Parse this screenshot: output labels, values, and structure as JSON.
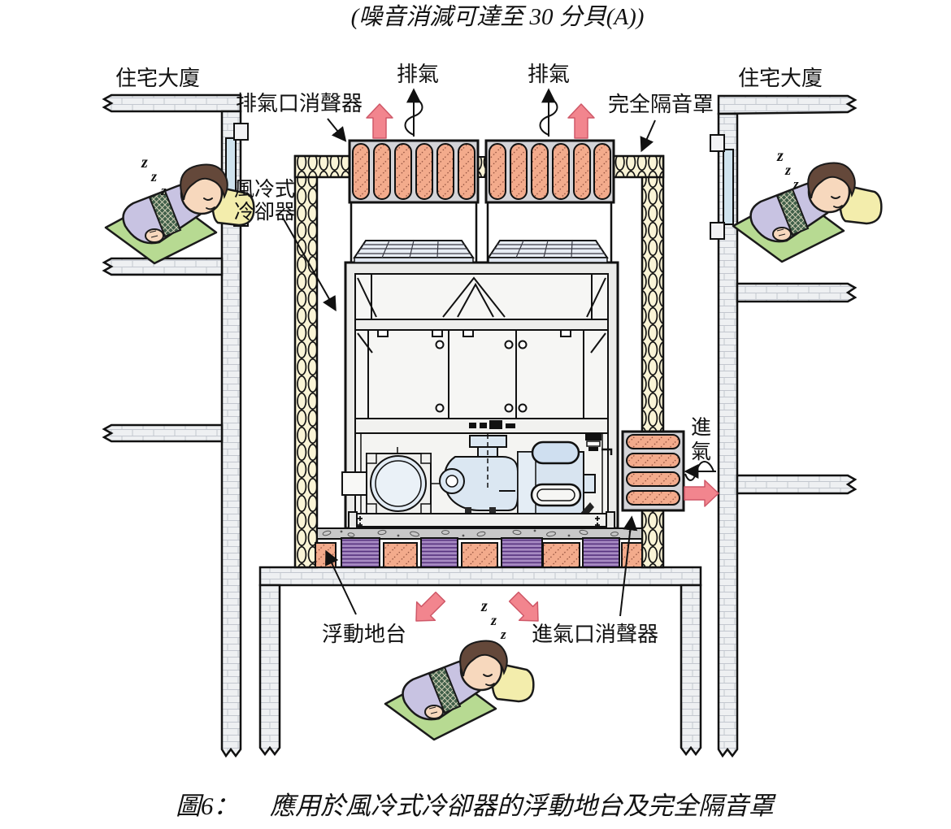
{
  "top_caption": "(噪音消減可達至 30 分貝(A))",
  "figure_caption": {
    "prefix": "圖6：",
    "text": "應用於風冷式冷卻器的浮動地台及完全隔音罩"
  },
  "labels": {
    "building_left": "住宅大廈",
    "building_right": "住宅大廈",
    "exhaust_left": "排氣",
    "exhaust_right": "排氣",
    "exhaust_silencer": "排氣口消聲器",
    "full_enclosure": "完全隔音罩",
    "chiller_line1": "風冷式",
    "chiller_line2": "冷卻器",
    "intake_char_top": "進",
    "intake_char_bottom": "氣",
    "floating_floor": "浮動地台",
    "intake_silencer": "進氣口消聲器",
    "z": "z"
  },
  "colors": {
    "pink_arrow": "#f2858e",
    "pink_arrow_stroke": "#cf5868",
    "salmon_absorber": "#f3ab8c",
    "cream_wall": "#faf4d6",
    "purple_pad": "#a78ac2",
    "window_blue": "#cfe3ee",
    "equipment_blue": "#dbe7f2",
    "silencer_gray": "#d4d4d8",
    "concrete_gray": "#c9c9c9"
  }
}
